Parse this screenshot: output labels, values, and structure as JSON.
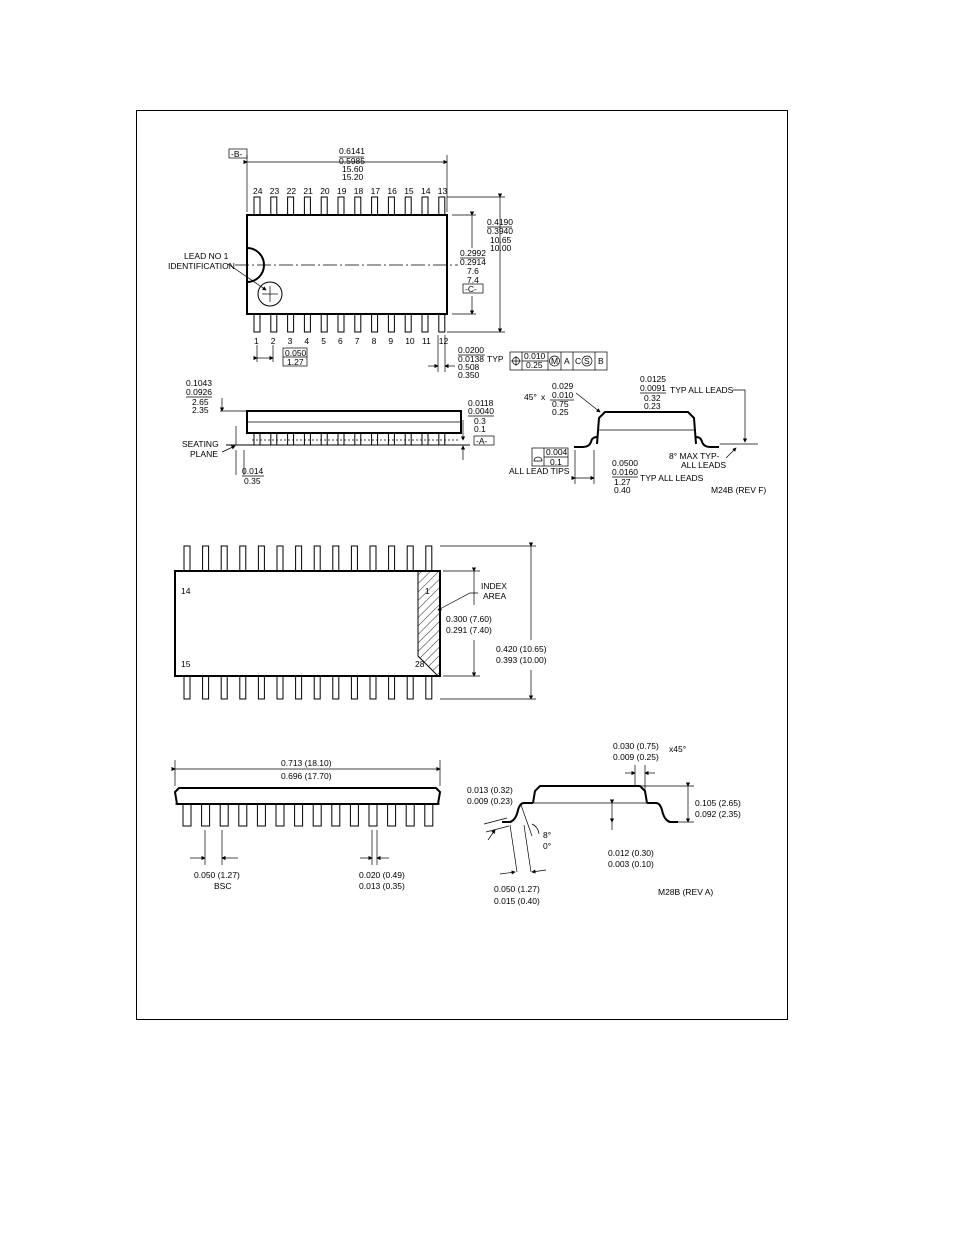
{
  "so24": {
    "datum_b": "-B-",
    "datum_c": "-C-",
    "datum_a": "-A-",
    "length": [
      "0.6141",
      "0.5985",
      "15.60",
      "15.20"
    ],
    "top_pins": [
      "24",
      "23",
      "22",
      "21",
      "20",
      "19",
      "18",
      "17",
      "16",
      "15",
      "14",
      "13"
    ],
    "bottom_pins": [
      "1",
      "2",
      "3",
      "4",
      "5",
      "6",
      "7",
      "8",
      "9",
      "10",
      "11",
      "12"
    ],
    "lead_id": [
      "LEAD NO 1",
      "IDENTIFICATION"
    ],
    "overall_width": [
      "0.4190",
      "0.3940",
      "10.65",
      "10.00"
    ],
    "body_width": [
      "0.2992",
      "0.2914",
      "7.6",
      "7.4"
    ],
    "pitch": [
      "0.050",
      "1.27"
    ],
    "lead_width": [
      "0.0200",
      "0.0138",
      "0.508",
      "0.350"
    ],
    "lead_width_typ": "TYP",
    "tolerance_frame": [
      "0.010",
      "0.25",
      "M",
      "A",
      "C",
      "S",
      "B"
    ],
    "height": [
      "0.1043",
      "0.0926",
      "2.65",
      "2.35"
    ],
    "standoff": [
      "0.0118",
      "0.0040",
      "0.3",
      "0.1"
    ],
    "seating_plane": [
      "SEATING",
      "PLANE"
    ],
    "lead_tip": [
      "0.014",
      "0.35"
    ],
    "chamfer": [
      "45°",
      "x",
      "0.029",
      "0.010",
      "0.75",
      "0.25"
    ],
    "lead_thickness": [
      "0.0125",
      "0.0091",
      "0.32",
      "0.23"
    ],
    "lead_thickness_note": "TYP ALL LEADS",
    "angle_note": [
      "8° MAX TYP-",
      "ALL LEADS"
    ],
    "coplanarity": [
      "0.004",
      "0.1"
    ],
    "coplanarity_note": "ALL LEAD TIPS",
    "foot_length": [
      "0.0500",
      "0.0160",
      "1.27",
      "0.40"
    ],
    "foot_length_note": "TYP ALL LEADS",
    "drawing_id": "M24B (REV F)"
  },
  "so28": {
    "pin_labels": [
      "14",
      "1",
      "15",
      "28"
    ],
    "index_area": [
      "INDEX",
      "AREA"
    ],
    "body_width": [
      "0.300 (7.60)",
      "0.291 (7.40)"
    ],
    "overall_width": [
      "0.420 (10.65)",
      "0.393 (10.00)"
    ],
    "length": [
      "0.713 (18.10)",
      "0.696 (17.70)"
    ],
    "pitch": [
      "0.050 (1.27)",
      "BSC"
    ],
    "lead_width": [
      "0.020 (0.49)",
      "0.013 (0.35)"
    ],
    "chamfer": [
      "0.030 (0.75)",
      "0.009 (0.25)",
      "x45°"
    ],
    "lead_thickness": [
      "0.013 (0.32)",
      "0.009 (0.23)"
    ],
    "angle": [
      "8°",
      "0°"
    ],
    "height": [
      "0.105 (2.65)",
      "0.092 (2.35)"
    ],
    "standoff": [
      "0.012 (0.30)",
      "0.003 (0.10)"
    ],
    "foot_length": [
      "0.050 (1.27)",
      "0.015 (0.40)"
    ],
    "drawing_id": "M28B (REV A)"
  }
}
